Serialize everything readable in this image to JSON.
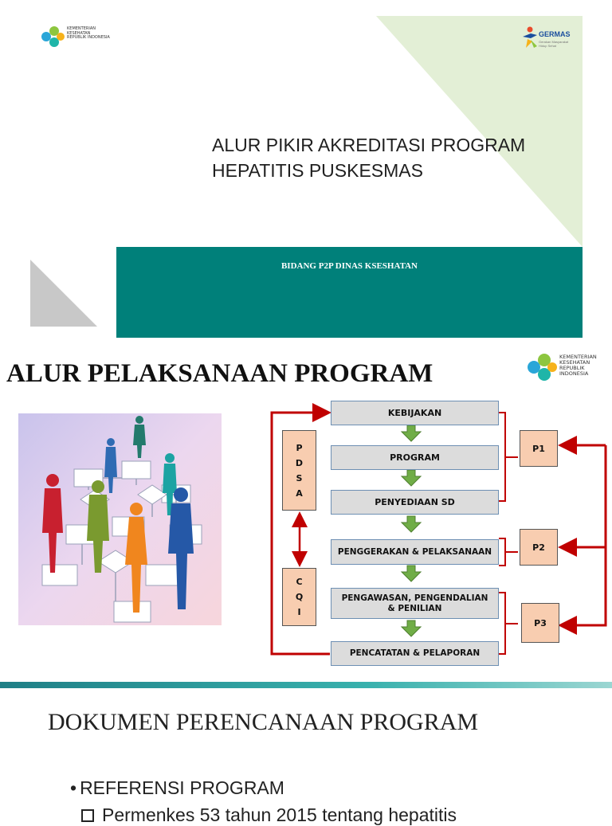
{
  "slide1": {
    "ministry_logo_text": "KEMENTERIAN KESEHATAN REPUBLIK INDONESIA",
    "germas_logo": {
      "name": "GERMAS",
      "tagline": "Gerakan Masyarakat Hidup Sehat"
    },
    "title_line1": "ALUR PIKIR AKREDITASI PROGRAM",
    "title_line2": "HEPATITIS PUSKESMAS",
    "band_text": "BIDANG P2P DINAS KSESHATAN",
    "colors": {
      "band": "#00807a",
      "accent_green": "#e3efd6",
      "triangle_gray": "#c8c8c8"
    }
  },
  "slide2": {
    "title": "ALUR PELAKSANAAN PROGRAM",
    "logo_text": "KEMENTERIAN KESEHATAN REPUBLIK INDONESIA",
    "flow": {
      "steps": [
        "KEBIJAKAN",
        "PROGRAM",
        "PENYEDIAAN SD",
        "PENGGERAKAN & PELAKSANAAN",
        "PENGAWASAN, PENGENDALIAN",
        "& PENILIAN",
        "PENCATATAN & PELAPORAN"
      ],
      "pdsa": [
        "P",
        "D",
        "S",
        "A"
      ],
      "cqi": [
        "C",
        "Q",
        "I"
      ],
      "phases": [
        "P1",
        "P2",
        "P3"
      ]
    },
    "colors": {
      "box_fill": "#dcdcdc",
      "box_border": "#6d8fb3",
      "phase_fill": "#f8cdb0",
      "arrow_red": "#c00000",
      "arrow_green": "#70ad47"
    }
  },
  "slide3": {
    "title": "DOKUMEN PERENCANAAN PROGRAM",
    "bullet_marker": "•",
    "bullet": "REFERENSI PROGRAM",
    "sub_item": "Permenkes 53 tahun 2015 tentang hepatitis"
  }
}
